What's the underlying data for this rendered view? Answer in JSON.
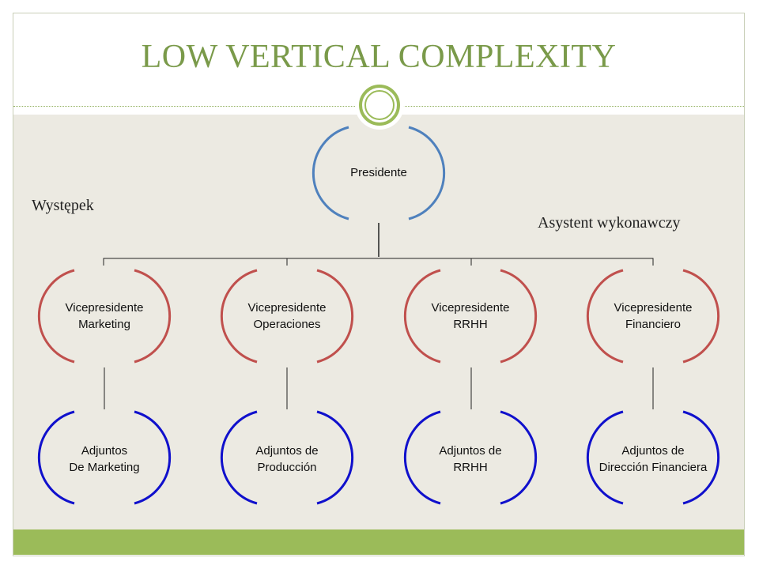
{
  "title": "LOW VERTICAL COMPLEXITY",
  "side_labels": {
    "left": "Występek",
    "right": "Asystent wykonawczy"
  },
  "colors": {
    "title": "#7a9a4a",
    "accent": "#9bbb59",
    "president_arc": "#4f81bd",
    "vp_arc": "#c0504d",
    "adjunct_arc": "#1010cc"
  },
  "org": {
    "president": "Presidente",
    "vicepresidents": [
      {
        "line1": "Vicepresidente",
        "line2": "Marketing"
      },
      {
        "line1": "Vicepresidente",
        "line2": "Operaciones"
      },
      {
        "line1": "Vicepresidente",
        "line2": "RRHH"
      },
      {
        "line1": "Vicepresidente",
        "line2": "Financiero"
      }
    ],
    "adjuntos": [
      {
        "line1": "Adjuntos",
        "line2": "De Marketing"
      },
      {
        "line1": "Adjuntos de",
        "line2": "Producción"
      },
      {
        "line1": "Adjuntos de",
        "line2": "RRHH"
      },
      {
        "line1": "Adjuntos de",
        "line2": "Dirección Financiera"
      }
    ]
  }
}
